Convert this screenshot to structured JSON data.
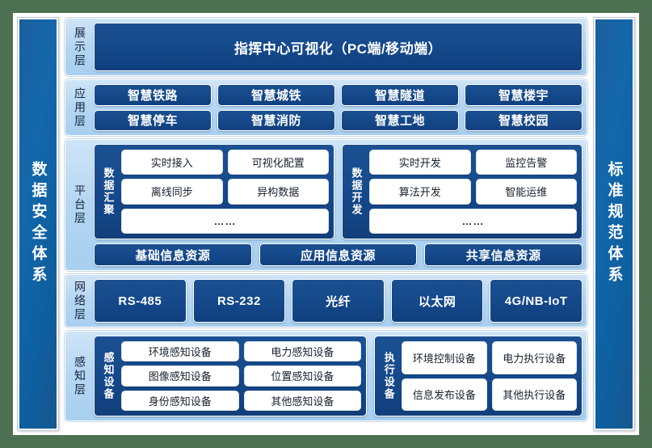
{
  "background_color": "#4d7052",
  "frame_color": "#ffffff",
  "accent_dark": "#154a8c",
  "accent_light": "#b4d6f2",
  "sidebars": {
    "left": {
      "name": "data-security-system",
      "label": "数据安全体系"
    },
    "right": {
      "name": "standards-system",
      "label": "标准规范体系"
    }
  },
  "layers": [
    {
      "key": "display",
      "name": "展示层",
      "banner": "指挥中心可视化（PC端/移动端）"
    },
    {
      "key": "application",
      "name": "应用层",
      "rows": [
        [
          "智慧铁路",
          "智慧城铁",
          "智慧隧道",
          "智慧楼宇"
        ],
        [
          "智慧停车",
          "智慧消防",
          "智慧工地",
          "智慧校园"
        ]
      ]
    },
    {
      "key": "platform",
      "name": "平台层",
      "groups": [
        {
          "name": "数据汇聚",
          "rows": [
            [
              "实时接入",
              "可视化配置"
            ],
            [
              "离线同步",
              "异构数据"
            ],
            [
              "……"
            ]
          ]
        },
        {
          "name": "数据开发",
          "rows": [
            [
              "实时开发",
              "监控告警"
            ],
            [
              "算法开发",
              "智能运维"
            ],
            [
              "……"
            ]
          ]
        }
      ],
      "resources": [
        "基础信息资源",
        "应用信息资源",
        "共享信息资源"
      ]
    },
    {
      "key": "network",
      "name": "网络层",
      "items": [
        "RS-485",
        "RS-232",
        "光纤",
        "以太网",
        "4G/NB-IoT"
      ]
    },
    {
      "key": "perception",
      "name": "感知层",
      "groups": [
        {
          "name": "感知设备",
          "rows": [
            [
              "环境感知设备",
              "电力感知设备"
            ],
            [
              "图像感知设备",
              "位置感知设备"
            ],
            [
              "身份感知设备",
              "其他感知设备"
            ]
          ]
        },
        {
          "name": "执行设备",
          "rows": [
            [
              "环境控制设备",
              "电力执行设备"
            ],
            [
              "信息发布设备",
              "其他执行设备"
            ]
          ]
        }
      ]
    }
  ]
}
